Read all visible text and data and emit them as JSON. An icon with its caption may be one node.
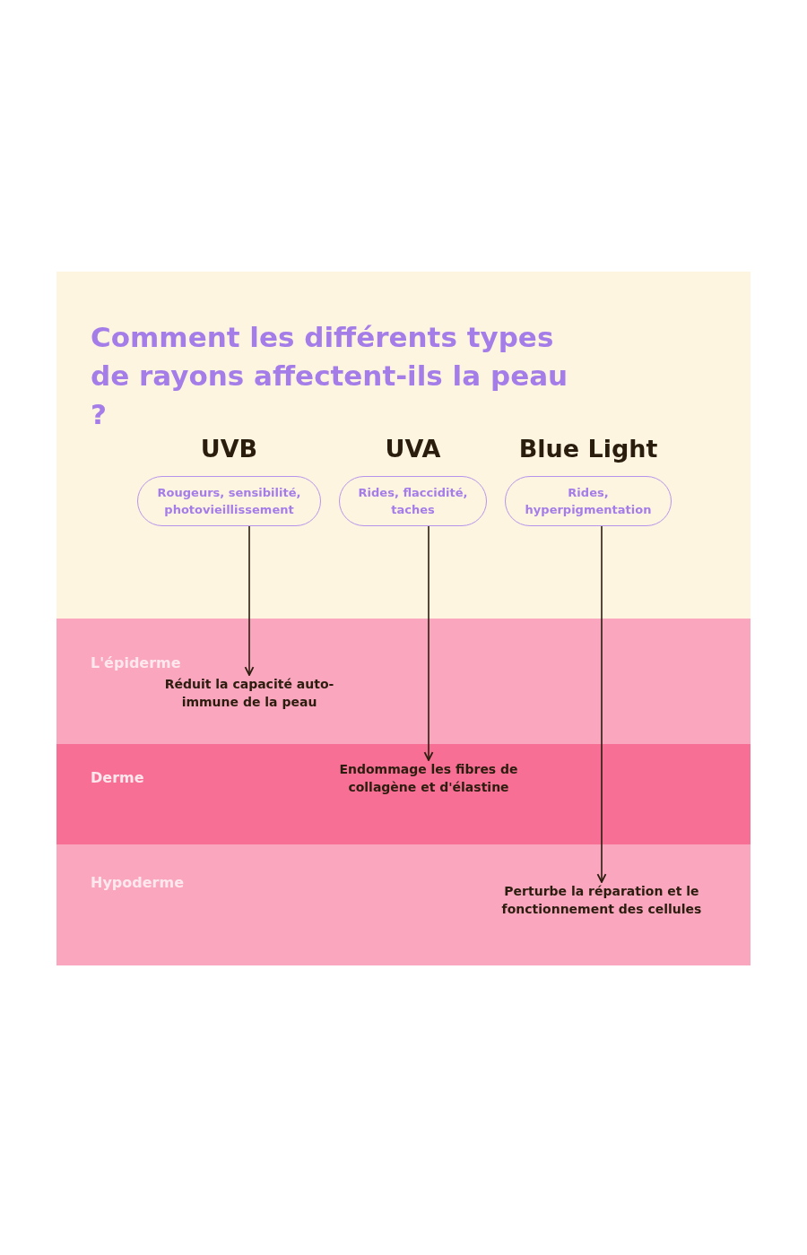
{
  "diagram": {
    "title": "Comment les différents types de rayons affectent-ils la peau ?",
    "nodes": [
      {
        "text": [
          "UVB",
          "Rougeurs, sensibilité, photovieillissement"
        ]
      },
      {
        "text": [
          "UVA",
          "Rides, flaccidité, taches"
        ]
      },
      {
        "text": [
          "Blue Light",
          "Rides, hyperpigmentation"
        ]
      },
      {
        "text": [
          "L'épiderme"
        ]
      },
      {
        "text": [
          "Réduit la capacité auto-immune de la peau"
        ],
        "in": 3
      },
      {
        "text": [
          "Derme"
        ]
      },
      {
        "text": [
          "Endommage les fibres de collagène et d'élastine"
        ],
        "in": 5
      },
      {
        "text": [
          "Hypoderme"
        ]
      },
      {
        "text": [
          "Perturbe la réparation et le fonctionnement des cellules"
        ],
        "in": 7
      }
    ],
    "edges": [
      {
        "from": 0,
        "to": 4,
        "arrow": "to"
      },
      {
        "from": 1,
        "to": 6,
        "arrow": "to"
      },
      {
        "from": 2,
        "to": 8,
        "arrow": "to"
      }
    ]
  }
}
